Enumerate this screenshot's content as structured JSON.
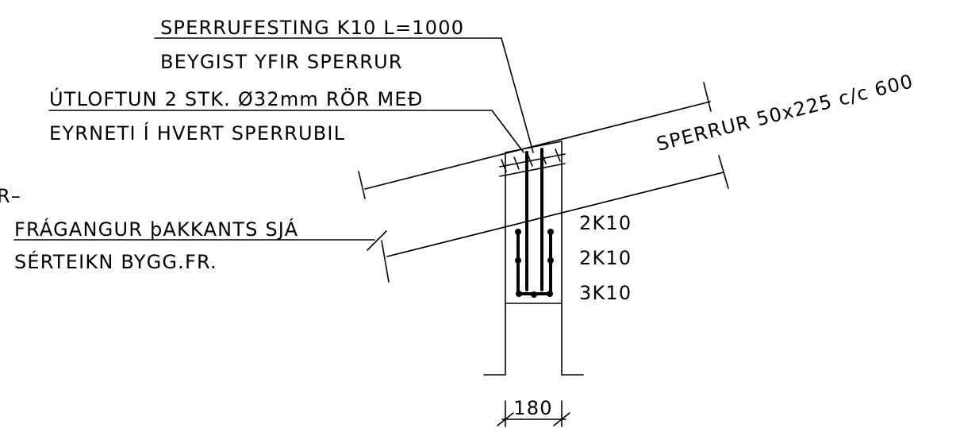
{
  "labels": {
    "anchor_line1": "SPERRUFESTING K10 L=1000",
    "anchor_line2": "BEYGIST YFIR SPERRUR",
    "vent_line1": "ÚTLOFTUN 2 STK. Ø32mm RÖR  MEÐ",
    "vent_line2": "EYRNETI Í HVERT SPERRUBIL",
    "fascia_cut": "R–",
    "fascia_line1": "FRÁGANGUR þAKKANTS SJÁ",
    "fascia_line2": "SÉRTEIKN BYGG.FR.",
    "rafters": "SPERRUR 50x225 c/c 600",
    "rebar_top": "2K10",
    "rebar_mid": "2K10",
    "rebar_bottom": "3K10",
    "wall_width": "180"
  }
}
